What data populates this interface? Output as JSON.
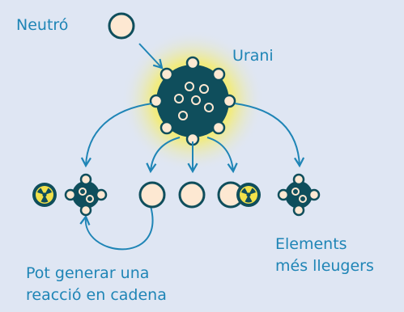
{
  "labels": {
    "neutron": "Neutró",
    "uranium": "Urani",
    "lighter_elements": [
      "Elements",
      "més lleugers"
    ],
    "chain_reaction": [
      "Pot generar una",
      "reacció en cadena"
    ]
  },
  "colors": {
    "background": "#dfe6f3",
    "text": "#1f85b6",
    "arrow": "#1f85b6",
    "nucleus": "#0f4e5c",
    "particle": "#fde8d2",
    "glow": "#f2e94a",
    "radiation_symbol": "#f2e14a"
  },
  "icons": [
    "neutron-particle",
    "uranium-nucleus",
    "radiation-icon",
    "lighter-nucleus",
    "arrow"
  ]
}
